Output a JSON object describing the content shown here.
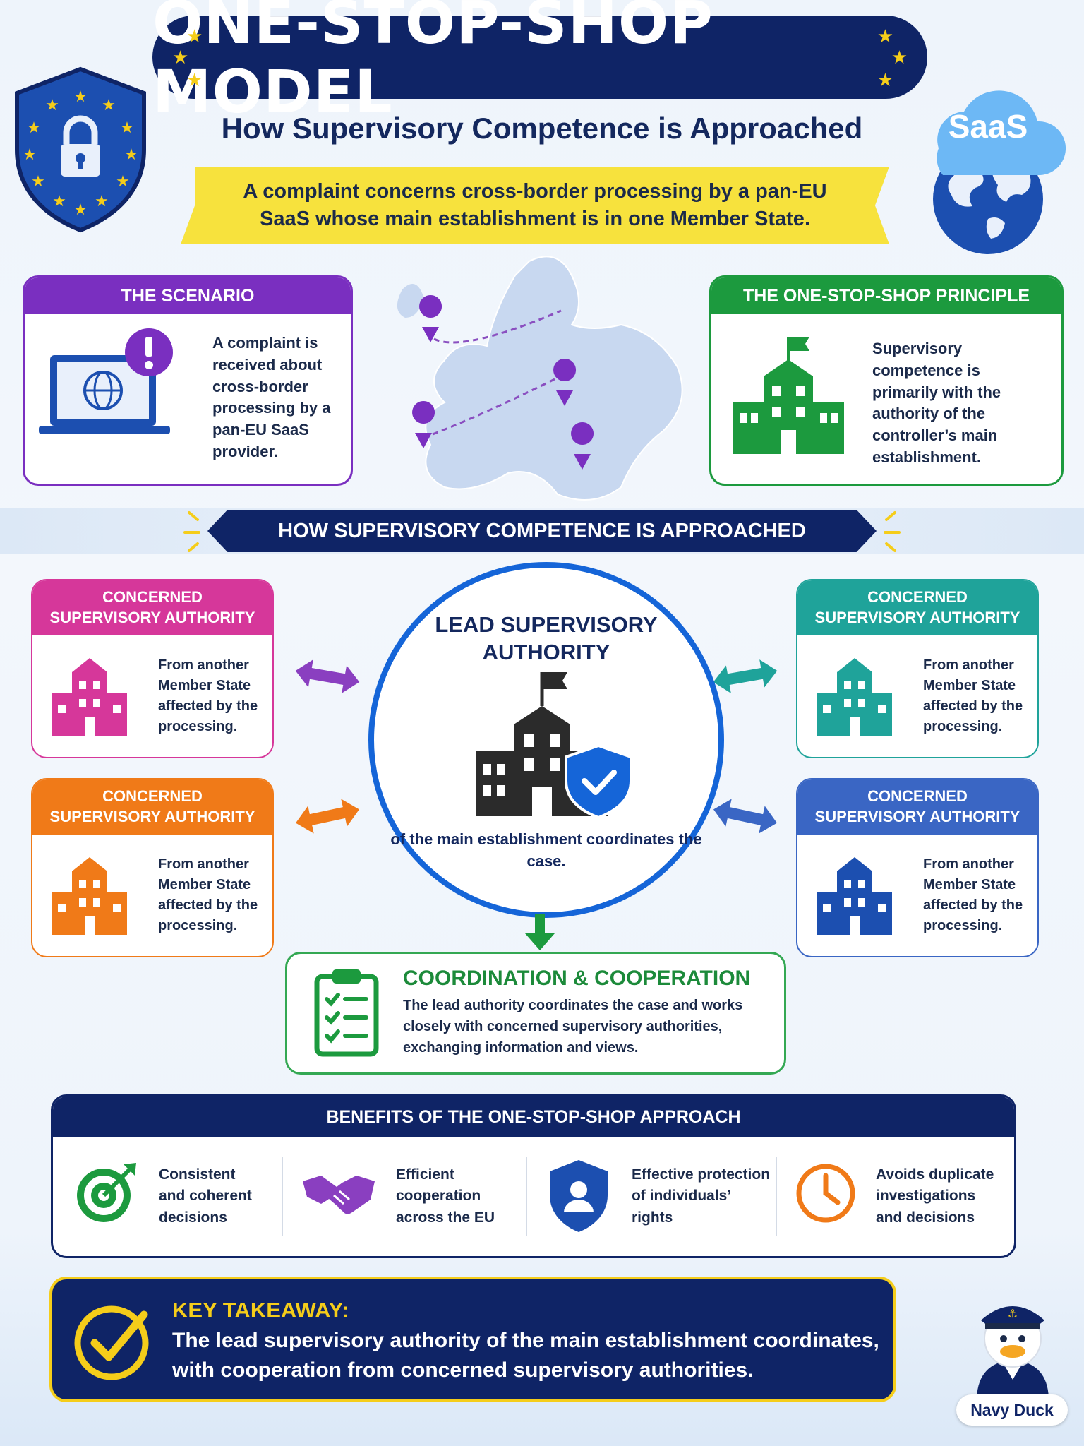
{
  "header": {
    "title": "ONE-STOP-SHOP MODEL",
    "subtitle": "How Supervisory Competence is Approached",
    "banner": "A complaint concerns cross-border processing by a pan-EU SaaS whose main establishment is in one Member State.",
    "saas_label": "SaaS"
  },
  "scenario": {
    "heading": "THE SCENARIO",
    "text": "A complaint is received about cross-border processing by a pan-EU SaaS provider."
  },
  "principle": {
    "heading": "THE ONE-STOP-SHOP PRINCIPLE",
    "text": "Supervisory competence is primarily with the authority of the controller’s main establishment."
  },
  "section_banner": "HOW SUPERVISORY COMPETENCE IS APPROACHED",
  "concerned": [
    {
      "line1": "CONCERNED",
      "line2": "SUPERVISORY AUTHORITY",
      "text": "From another Member State affected by the processing.",
      "color": "#d6379a"
    },
    {
      "line1": "CONCERNED",
      "line2": "SUPERVISORY AUTHORITY",
      "text": "From another Member State affected by the processing.",
      "color": "#f07a18"
    },
    {
      "line1": "CONCERNED",
      "line2": "SUPERVISORY AUTHORITY",
      "text": "From another Member State affected by the processing.",
      "color": "#1fa39a"
    },
    {
      "line1": "CONCERNED",
      "line2": "SUPERVISORY AUTHORITY",
      "text": "From another Member State affected by the processing.",
      "color": "#3a66c4"
    }
  ],
  "lead": {
    "title": "LEAD SUPERVISORY AUTHORITY",
    "text": "of the main establishment coordinates the case."
  },
  "coordination": {
    "title": "COORDINATION & COOPERATION",
    "text": "The lead authority coordinates the case and works closely with concerned supervisory authorities, exchanging information and views."
  },
  "benefits": {
    "heading": "BENEFITS OF THE ONE-STOP-SHOP APPROACH",
    "items": [
      {
        "text": "Consistent and coherent decisions",
        "icon": "target-icon"
      },
      {
        "text": "Efficient cooperation across the EU",
        "icon": "handshake-icon"
      },
      {
        "text": "Effective protection of individuals’ rights",
        "icon": "shield-user-icon"
      },
      {
        "text": "Avoids duplicate investigations and decisions",
        "icon": "clock-icon"
      }
    ]
  },
  "takeaway": {
    "label": "KEY TAKEAWAY:",
    "text": "The lead supervisory authority of the main establishment coordinates, with cooperation from concerned supervisory authorities."
  },
  "mascot": {
    "label": "Navy Duck"
  },
  "colors": {
    "navy": "#0f2466",
    "yellow": "#f7e23d",
    "purple": "#7a2fc0",
    "green": "#1c9a3e",
    "blue": "#1565d8"
  }
}
